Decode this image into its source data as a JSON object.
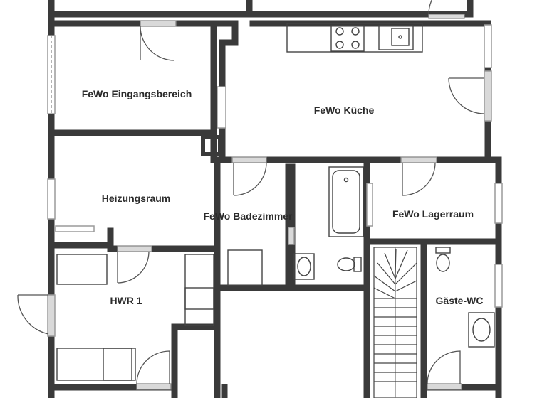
{
  "rooms": {
    "eingang": "FeWo Eingangsbereich",
    "kueche": "FeWo Küche",
    "heizung": "Heizungsraum",
    "bad": "FeWo Badezimmer",
    "lager": "FeWo Lagerraum",
    "hwr": "HWR 1",
    "wc": "Gäste-WC"
  },
  "colors": {
    "wall": "#3a3a3a",
    "window": "#d9d9d9",
    "door_leaf": "#9aa0a4",
    "fixture": "#555555"
  },
  "icons": [
    "door-swing-icon",
    "stove-icon",
    "sink-icon",
    "bathtub-icon",
    "toilet-icon",
    "washbasin-icon",
    "stairs-icon",
    "window-icon"
  ]
}
